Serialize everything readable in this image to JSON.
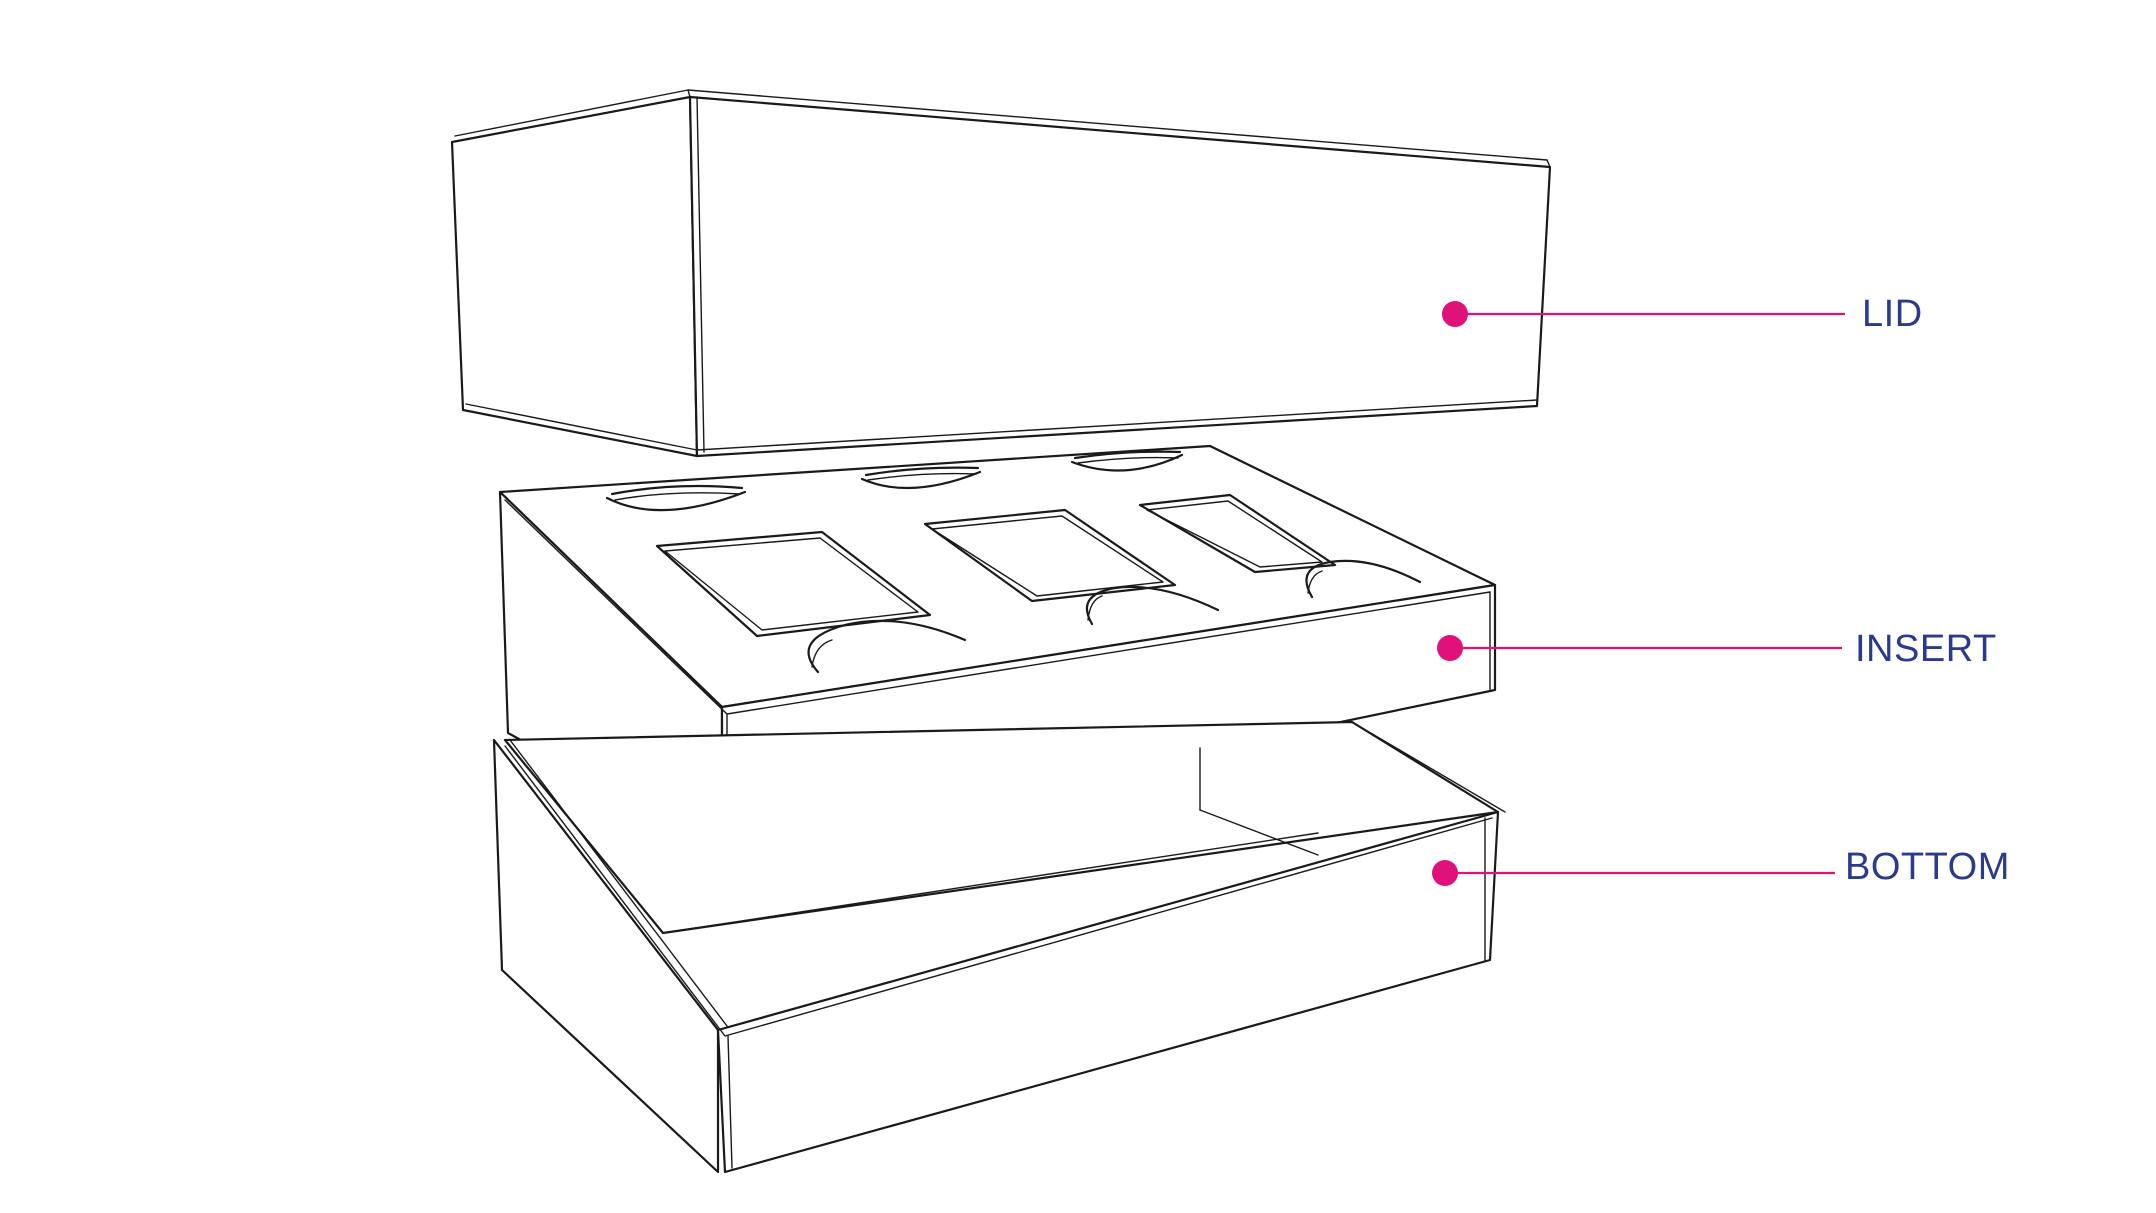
{
  "callouts": [
    {
      "id": "lid",
      "label": "LID"
    },
    {
      "id": "insert",
      "label": "INSERT"
    },
    {
      "id": "bottom",
      "label": "BOTTOM"
    }
  ],
  "colors": {
    "leader": "#e0127a",
    "label": "#2a3a8c",
    "outline": "#1a1a1a"
  }
}
